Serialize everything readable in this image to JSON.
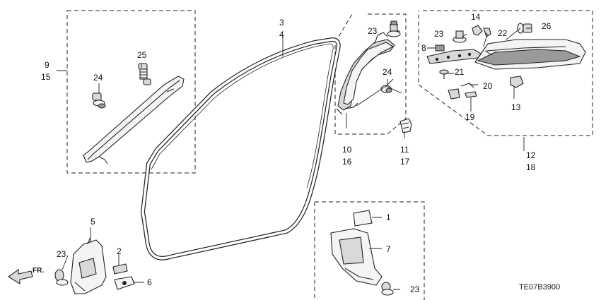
{
  "diagram": {
    "catalog_code": "TE07B3900",
    "front_arrow_label": "FR."
  },
  "callouts": {
    "c9": "9",
    "c15": "15",
    "c25": "25",
    "c24a": "24",
    "c3": "3",
    "c4": "4",
    "c23a": "23",
    "c24b": "24",
    "c10": "10",
    "c16": "16",
    "c11": "11",
    "c17": "17",
    "c14": "14",
    "c23b": "23",
    "c22": "22",
    "c26": "26",
    "c8": "8",
    "c21": "21",
    "c20": "20",
    "c13": "13",
    "c19": "19",
    "c12": "12",
    "c18": "18",
    "c5": "5",
    "c2": "2",
    "c6": "6",
    "c23c": "23",
    "c1": "1",
    "c7": "7",
    "c23d": "23"
  }
}
